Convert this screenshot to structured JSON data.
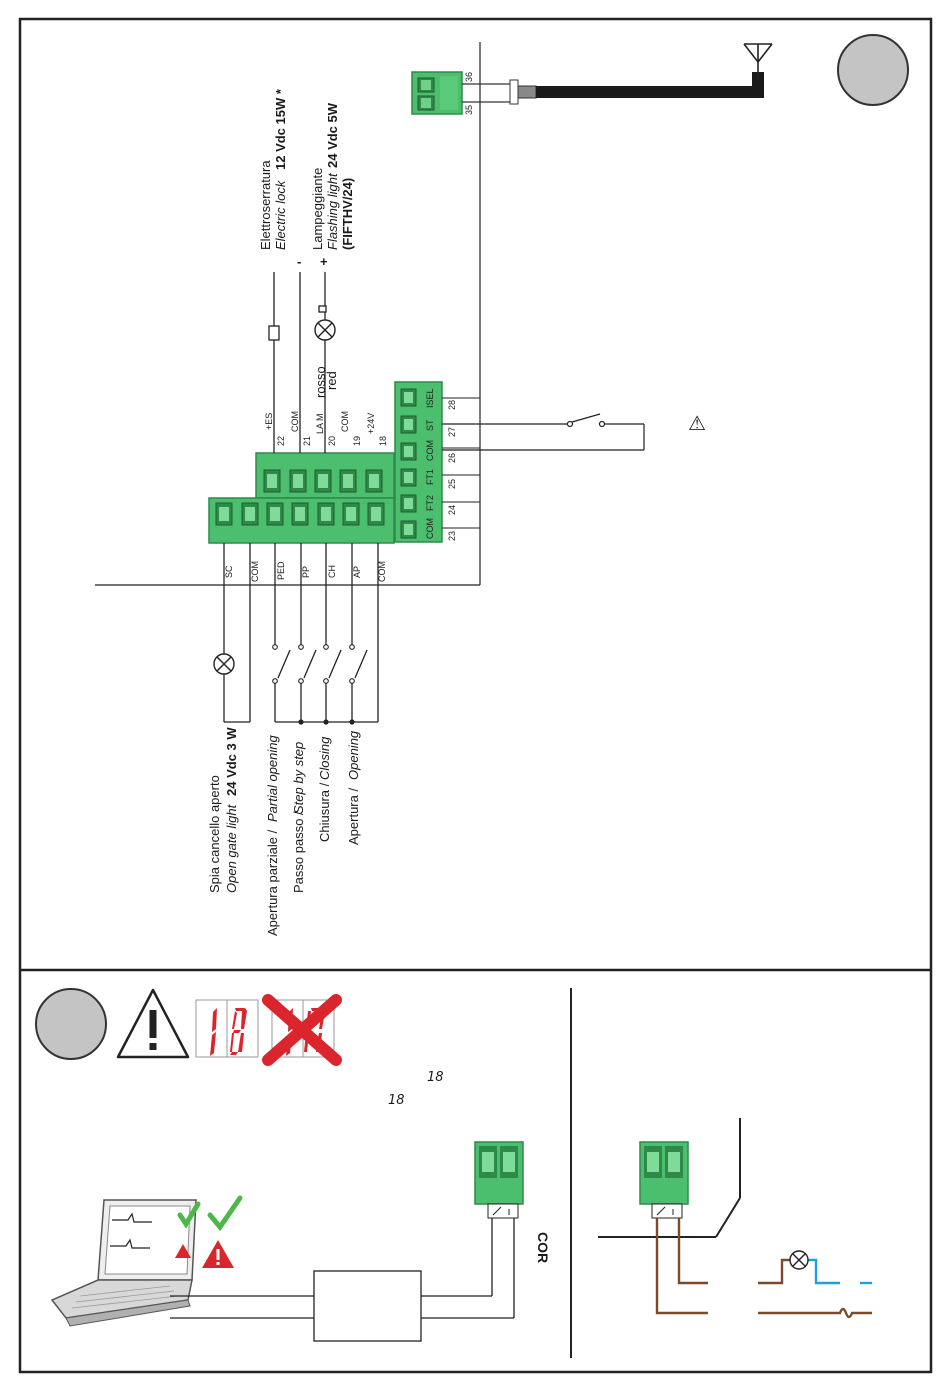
{
  "colors": {
    "terminal_green": "#4cbf6e",
    "terminal_dark": "#2f8a4a",
    "brown_wire": "#7a4a2a",
    "blue_wire": "#1ea0dc",
    "warning_red": "#d9252b",
    "check_green": "#4cb848",
    "badge_gray": "#c4c4c4"
  },
  "top_panel": {
    "electric_lock": {
      "line1": "Elettroserratura",
      "line2_italic": "Electric lock",
      "line2_bold": "12 Vdc 15W *"
    },
    "flashing_light": {
      "line1": "Lampeggiante",
      "line2_italic": "Flashing light",
      "line2_bold": "24 Vdc 5W",
      "line3": "(FIFTHV/24)"
    },
    "polarity_minus": "-",
    "polarity_plus": "+",
    "wire_color": {
      "it": "rosso",
      "en": "red"
    },
    "antenna_terminals": [
      "36",
      "35"
    ],
    "right_block": {
      "labels": [
        "ISEL",
        "ST",
        "COM",
        "FT1",
        "FT2",
        "COM"
      ],
      "numbers": [
        "28",
        "27",
        "26",
        "25",
        "24",
        "23"
      ]
    },
    "middle_block": {
      "labels": [
        "+ES",
        "COM",
        "LA M",
        "COM",
        "+24V"
      ],
      "numbers": [
        "22",
        "21",
        "20",
        "19",
        "18"
      ]
    },
    "lower_block": {
      "labels": [
        "SC",
        "COM",
        "PED",
        "PP",
        "CH",
        "AP",
        "COM"
      ]
    },
    "warning_symbol": "⚠",
    "captions": {
      "open_gate_it": "Spia cancello aperto",
      "open_gate_en": "Open gate light",
      "open_gate_bold": "24 Vdc 3 W",
      "partial_it": "Apertura parziale /",
      "partial_en": "Partial opening",
      "step_it": "Passo passo /",
      "step_en": "Step by step",
      "closing_it": "Chiusura /",
      "closing_en": "Closing",
      "opening_it": "Apertura /",
      "opening_en": "Opening"
    }
  },
  "bottom_panel": {
    "display_text": "18",
    "small_code_1": "18",
    "small_code_2": "18",
    "cor_label": "COR"
  }
}
